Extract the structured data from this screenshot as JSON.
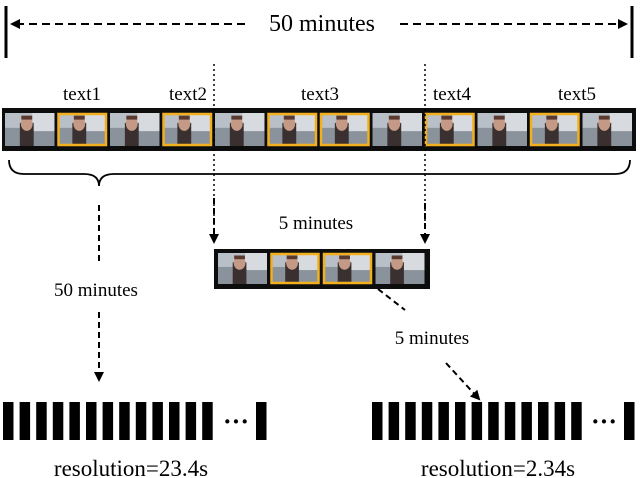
{
  "header": {
    "label": "50 minutes"
  },
  "segments": [
    {
      "label": "text1"
    },
    {
      "label": "text2"
    },
    {
      "label": "text3"
    },
    {
      "label": "text4"
    },
    {
      "label": "text5"
    }
  ],
  "zoom": {
    "label": "5 minutes"
  },
  "left_flow": {
    "label": "50 minutes"
  },
  "right_flow": {
    "label": "5 minutes"
  },
  "left_grid": {
    "ellipsis": "···",
    "resolution": "resolution=23.4s"
  },
  "right_grid": {
    "ellipsis": "···",
    "resolution": "resolution=2.34s"
  },
  "colors": {
    "highlight": "#f2b01e",
    "film": "#0d0d0d",
    "line": "#000000"
  }
}
